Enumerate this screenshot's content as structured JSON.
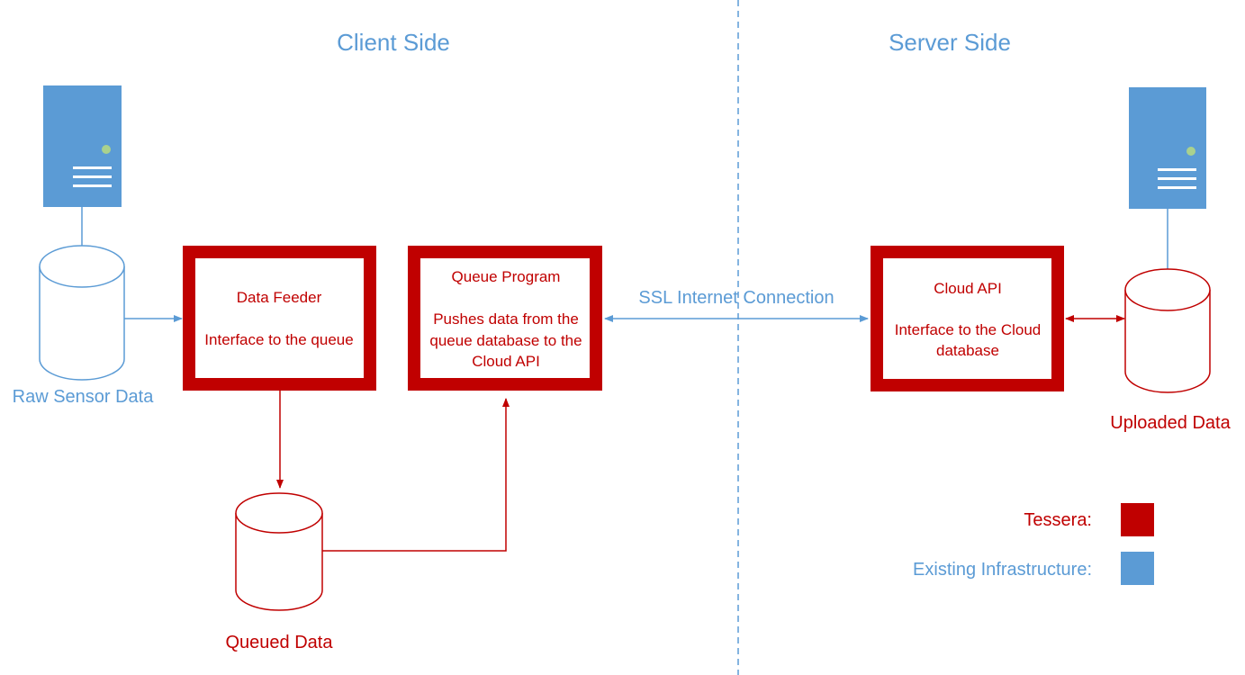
{
  "colors": {
    "tessera": "#c00000",
    "existing": "#5b9bd5",
    "server_light": "#a9d18e"
  },
  "sections": {
    "client_title": "Client Side",
    "server_title": "Server Side"
  },
  "nodes": {
    "raw_sensor": {
      "label": "Raw Sensor Data"
    },
    "queued": {
      "label": "Queued Data"
    },
    "uploaded": {
      "label": "Uploaded Data"
    },
    "data_feeder": {
      "title": "Data Feeder",
      "desc": "Interface to the queue"
    },
    "queue_program": {
      "title": "Queue Program",
      "desc_lines": [
        "Pushes data from the",
        "queue database to the",
        "Cloud API"
      ]
    },
    "cloud_api": {
      "title": "Cloud API",
      "desc_lines": [
        "Interface to the Cloud",
        "database"
      ]
    }
  },
  "connection": {
    "label": "SSL Internet Connection"
  },
  "legend": {
    "tessera": "Tessera:",
    "existing": "Existing Infrastructure:"
  },
  "icons": [
    "server-icon",
    "database-icon"
  ]
}
